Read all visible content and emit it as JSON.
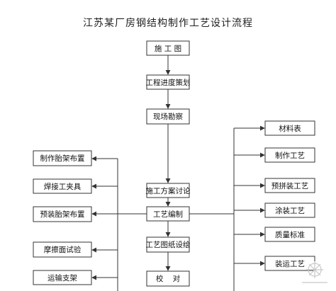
{
  "title": "江苏某厂房钢结构制作工艺设计流程",
  "center_steps": [
    "施 工 图",
    "工程进度策划",
    "现场勘察",
    "施工方案讨论",
    "工艺编制",
    "工艺图纸设绘",
    "校    对"
  ],
  "left_steps": [
    "制作胎架布置",
    "焊接工夹具",
    "预装胎架布置",
    "摩擦面试验",
    "运输支架"
  ],
  "right_steps": [
    "材料表",
    "制作工艺",
    "预拼装工艺",
    "涂装工艺",
    "质量标准",
    "装运工艺"
  ],
  "colors": {
    "line": "#333333",
    "box_border": "#333333",
    "text": "#111111"
  }
}
